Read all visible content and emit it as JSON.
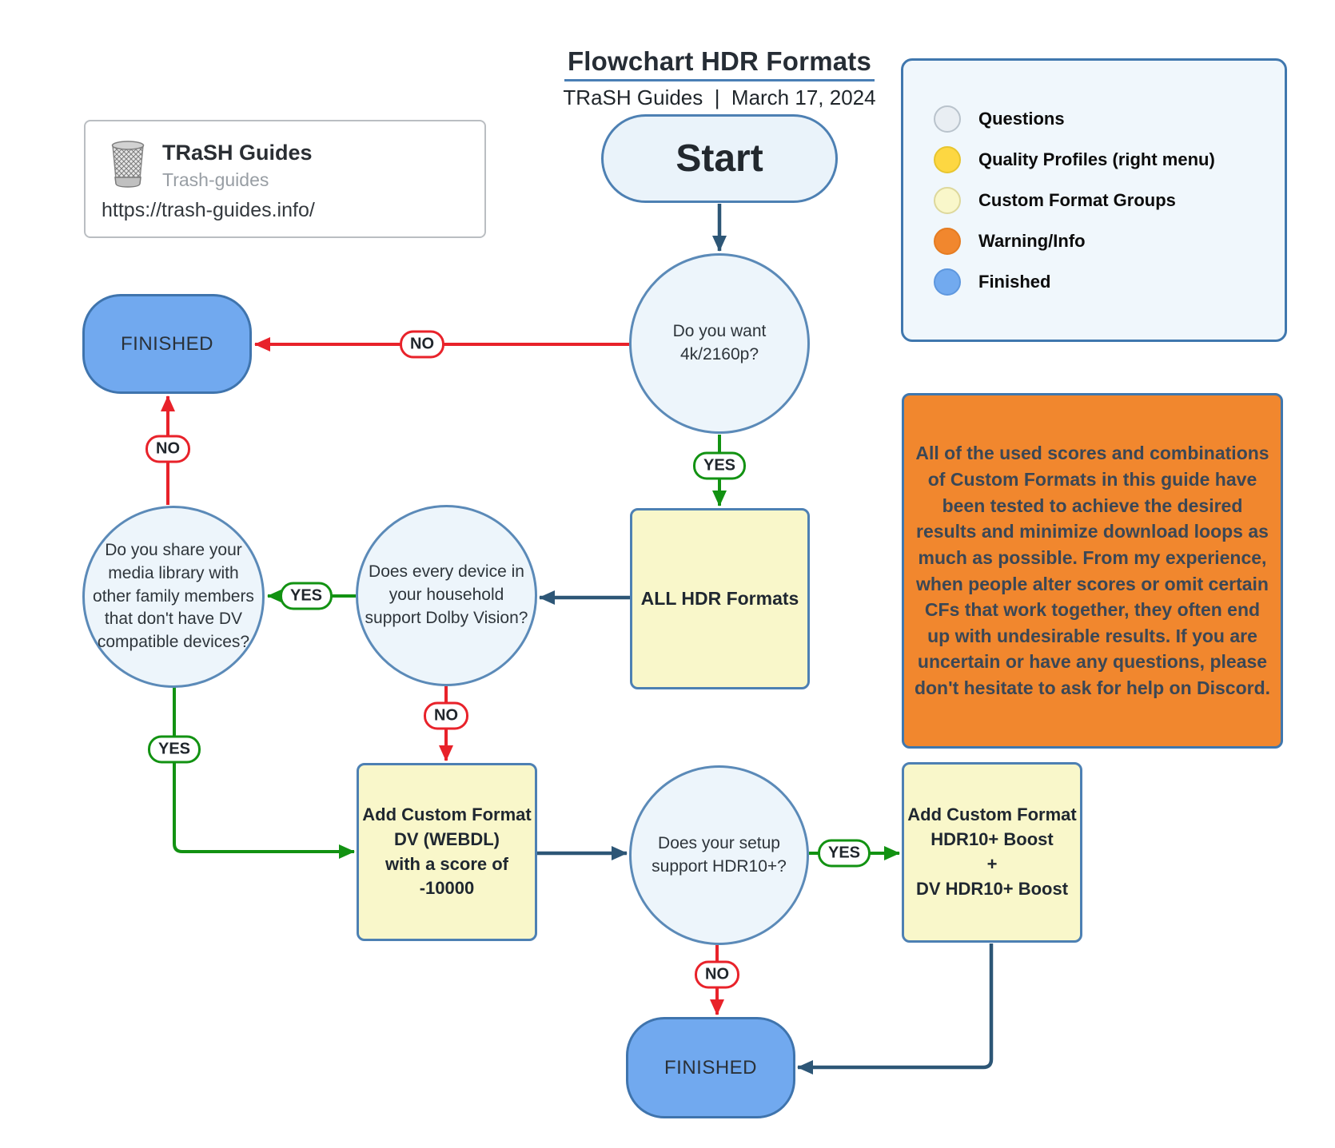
{
  "header": {
    "title": "Flowchart HDR Formats",
    "subtitle": "TRaSH Guides  |  March 17, 2024"
  },
  "source_card": {
    "title": "TRaSH Guides",
    "subtitle": "Trash-guides",
    "url": "https://trash-guides.info/",
    "icon": "trash-can-icon"
  },
  "legend": {
    "items": [
      {
        "label": "Questions",
        "color": "#e9eef3",
        "border": "#b9c3cc"
      },
      {
        "label": "Quality Profiles (right menu)",
        "color": "#fdd742",
        "border": "#e7c52f"
      },
      {
        "label": "Custom Format Groups",
        "color": "#f9f7ca",
        "border": "#ddd89c"
      },
      {
        "label": "Warning/Info",
        "color": "#f1872e",
        "border": "#e57c22"
      },
      {
        "label": "Finished",
        "color": "#72aaef",
        "border": "#5e97de"
      }
    ]
  },
  "warning": {
    "text": "All of the used scores and combinations of Custom Formats in this guide have been tested to achieve the desired results and minimize download loops as much as possible. From my experience, when people alter scores or omit certain CFs that work together, they often end up with undesirable results. If you are uncertain or have any questions, please don't hesitate to ask for help on Discord."
  },
  "nodes": {
    "start": {
      "label": "Start",
      "type": "start"
    },
    "q_4k": {
      "label": "Do you want\n4k/2160p?",
      "type": "question"
    },
    "finished_top": {
      "label": "FINISHED",
      "type": "finished"
    },
    "all_hdr": {
      "label": "ALL HDR Formats",
      "type": "custom-format-group"
    },
    "q_dolby_vision": {
      "label": "Does every device in\nyour household\nsupport Dolby Vision?",
      "type": "question"
    },
    "q_share_library": {
      "label": "Do you share your\nmedia  library with\nother family members\nthat don't have DV\ncompatible devices?",
      "type": "question"
    },
    "add_dv_webdl": {
      "label": "Add Custom Format\nDV (WEBDL)\nwith a score of\n-10000",
      "type": "custom-format-group"
    },
    "q_hdr10_plus": {
      "label": "Does your setup\nsupport HDR10+?",
      "type": "question"
    },
    "add_hdr10_boost": {
      "label": "Add Custom Format\nHDR10+ Boost\n+\nDV HDR10+ Boost",
      "type": "custom-format-group"
    },
    "finished_bottom": {
      "label": "FINISHED",
      "type": "finished"
    }
  },
  "edge_labels": {
    "yes": "YES",
    "no": "NO"
  },
  "colors": {
    "edge_default": "#2d5676",
    "edge_yes": "#129212",
    "edge_no": "#e8222a",
    "question_fill": "#edf5fb",
    "question_border": "#5b8ab8",
    "group_fill": "#f9f7ca",
    "group_border": "#4d80b3",
    "finished_fill": "#71a9ef",
    "warning_fill": "#f1872e",
    "panel_fill": "#f0f7fc",
    "panel_border": "#3f77ae"
  }
}
